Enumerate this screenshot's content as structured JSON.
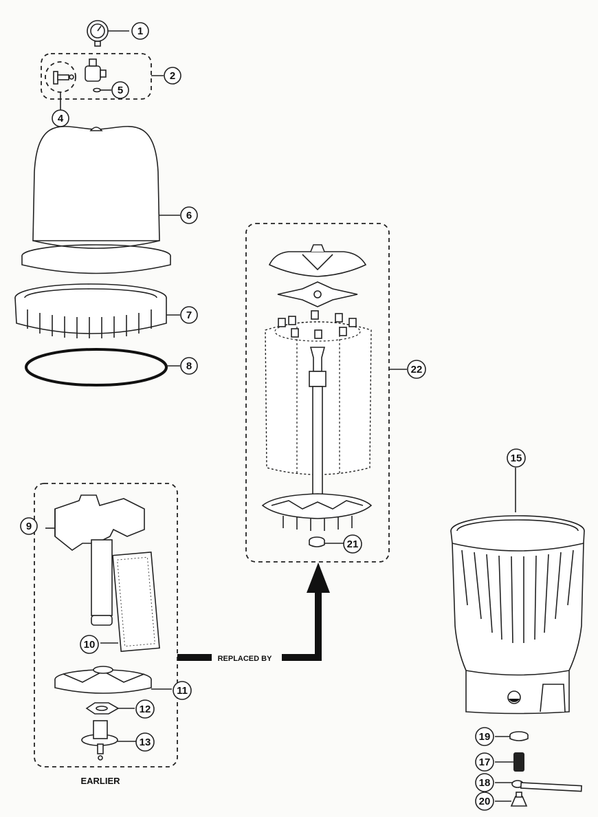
{
  "callouts": {
    "p1": "1",
    "p2": "2",
    "p4": "4",
    "p5": "5",
    "p6": "6",
    "p7": "7",
    "p8": "8",
    "p9": "9",
    "p10": "10",
    "p11": "11",
    "p12": "12",
    "p13": "13",
    "p15": "15",
    "p17": "17",
    "p18": "18",
    "p19": "19",
    "p20": "20",
    "p21": "21",
    "p22": "22"
  },
  "captions": {
    "replaced_by": "REPLACED BY",
    "earlier": "EARLIER"
  }
}
